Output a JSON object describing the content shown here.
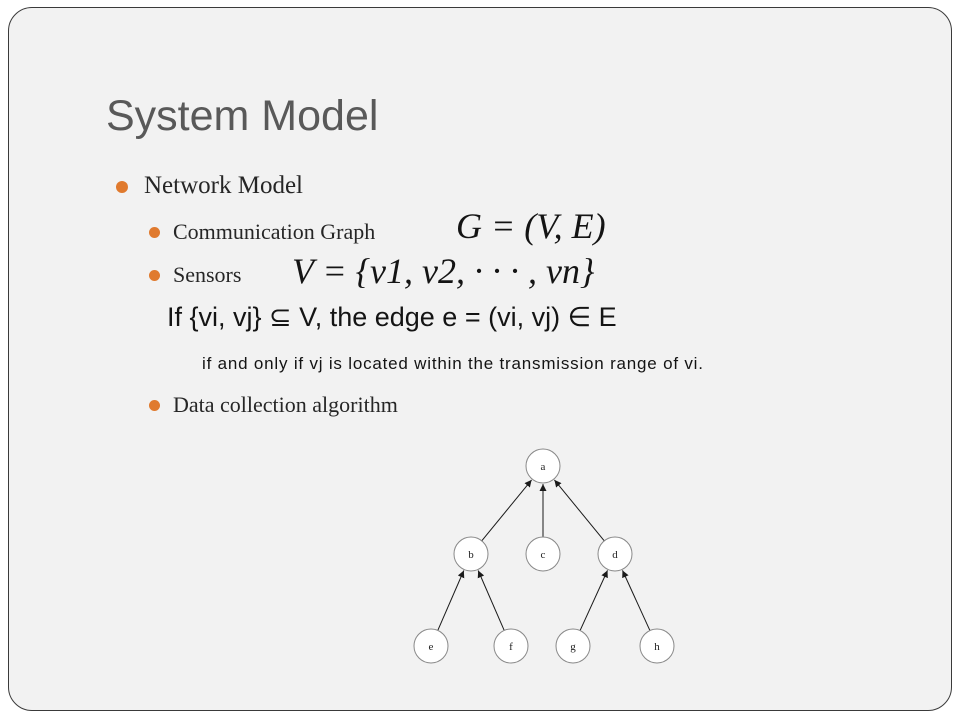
{
  "slide": {
    "title": "System Model",
    "bullets": {
      "network_model": "Network Model",
      "communication_graph": "Communication Graph",
      "sensors": "Sensors",
      "data_collection": "Data collection algorithm"
    },
    "formulas": {
      "graph": "G = (V, E)",
      "vertex_set": "V = {v1, v2, · · · , vn}",
      "edge_definition": "If {vi, vj} ⊆ V, the edge e = (vi, vj) ∈ E",
      "edge_condition": "if and only if vj is located within the transmission range of vi."
    },
    "accent_color": "#e07a2e",
    "title_color": "#595959"
  },
  "diagram": {
    "nodes": [
      {
        "id": "a",
        "label": "a"
      },
      {
        "id": "b",
        "label": "b"
      },
      {
        "id": "c",
        "label": "c"
      },
      {
        "id": "d",
        "label": "d"
      },
      {
        "id": "e",
        "label": "e"
      },
      {
        "id": "f",
        "label": "f"
      },
      {
        "id": "g",
        "label": "g"
      },
      {
        "id": "h",
        "label": "h"
      }
    ],
    "edges": [
      {
        "from": "b",
        "to": "a"
      },
      {
        "from": "c",
        "to": "a"
      },
      {
        "from": "d",
        "to": "a"
      },
      {
        "from": "e",
        "to": "b"
      },
      {
        "from": "f",
        "to": "b"
      },
      {
        "from": "g",
        "to": "d"
      },
      {
        "from": "h",
        "to": "d"
      }
    ]
  }
}
